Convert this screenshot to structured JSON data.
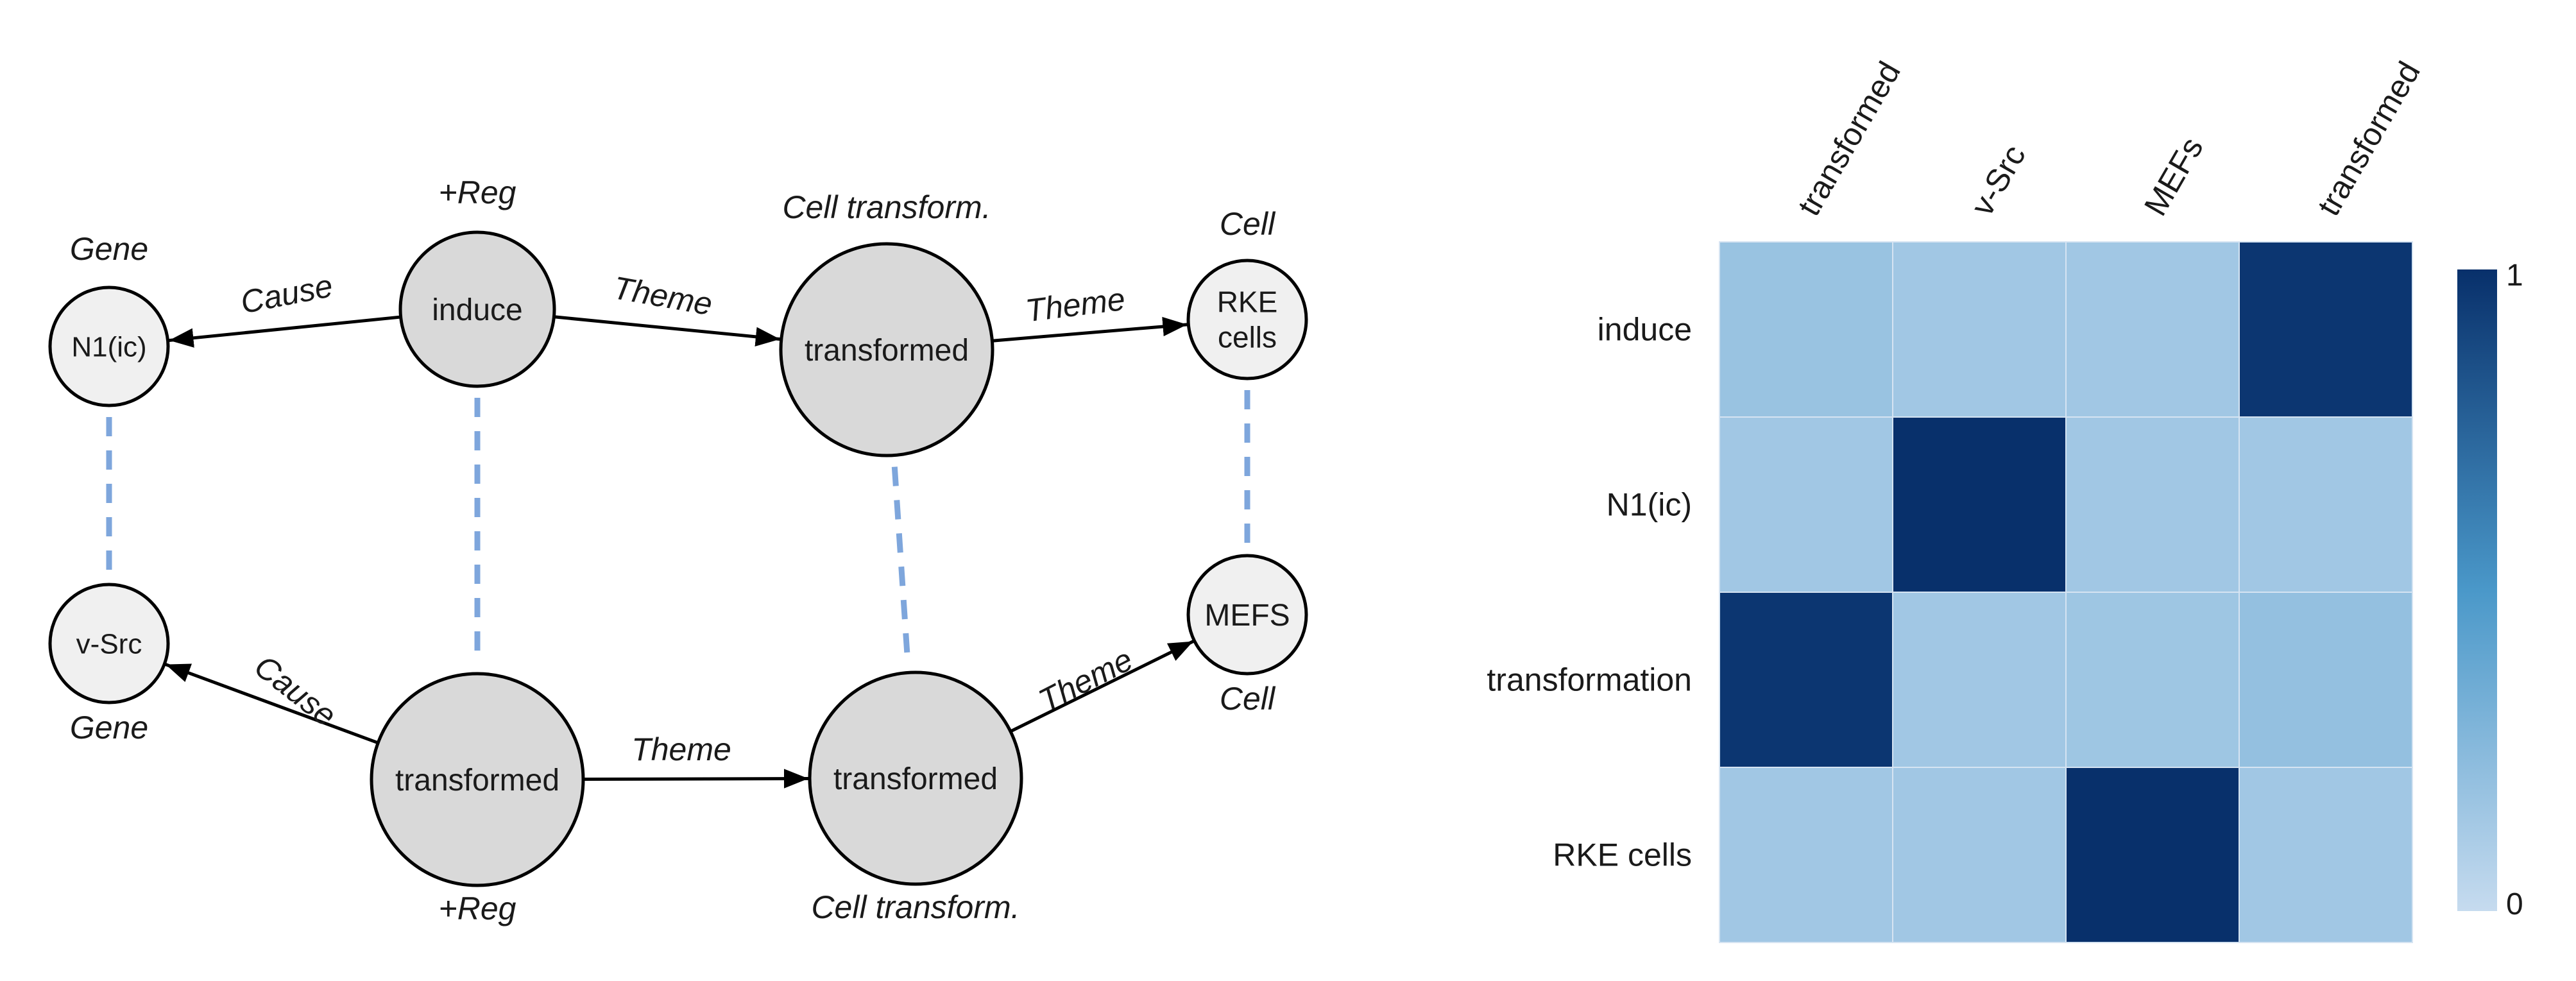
{
  "graph": {
    "nodes": [
      {
        "id": "n1ic",
        "label": "N1(ic)",
        "annotation": "Gene",
        "fill": "#f0f0f0"
      },
      {
        "id": "induce",
        "label": "induce",
        "annotation": "+Reg",
        "fill": "#d9d9d9"
      },
      {
        "id": "trans_top",
        "label": "transformed",
        "annotation": "Cell transform.",
        "fill": "#d9d9d9"
      },
      {
        "id": "rke",
        "label": "RKE\ncells",
        "annotation": "Cell",
        "fill": "#f0f0f0"
      },
      {
        "id": "vsrc",
        "label": "v-Src",
        "annotation": "Gene",
        "fill": "#f0f0f0"
      },
      {
        "id": "trans_bl",
        "label": "transformed",
        "annotation": "+Reg",
        "fill": "#d9d9d9"
      },
      {
        "id": "trans_bm",
        "label": "transformed",
        "annotation": "Cell transform.",
        "fill": "#d9d9d9"
      },
      {
        "id": "mefs",
        "label": "MEFS",
        "annotation": "Cell",
        "fill": "#f0f0f0"
      }
    ],
    "edges": [
      {
        "from": "induce",
        "to": "n1ic",
        "label": "Cause"
      },
      {
        "from": "induce",
        "to": "trans_top",
        "label": "Theme"
      },
      {
        "from": "trans_top",
        "to": "rke",
        "label": "Theme"
      },
      {
        "from": "trans_bl",
        "to": "vsrc",
        "label": "Cause"
      },
      {
        "from": "trans_bl",
        "to": "trans_bm",
        "label": "Theme"
      },
      {
        "from": "trans_bm",
        "to": "mefs",
        "label": "Theme"
      }
    ],
    "alignments": [
      {
        "a": "n1ic",
        "b": "vsrc"
      },
      {
        "a": "induce",
        "b": "trans_bl"
      },
      {
        "a": "trans_top",
        "b": "trans_bm"
      },
      {
        "a": "rke",
        "b": "mefs"
      }
    ],
    "colors": {
      "stroke": "#000000",
      "alignment": "#7ea6dc"
    }
  },
  "heatmap": {
    "column_labels": [
      "transformed",
      "v-Src",
      "MEFs",
      "transformed"
    ],
    "row_labels": [
      "induce",
      "N1(ic)",
      "transformation",
      "RKE cells"
    ],
    "values": [
      [
        0.18,
        0.15,
        0.15,
        0.97
      ],
      [
        0.15,
        1.0,
        0.15,
        0.15
      ],
      [
        0.97,
        0.15,
        0.16,
        0.2
      ],
      [
        0.15,
        0.15,
        1.0,
        0.15
      ]
    ],
    "colorbar": {
      "min_label": "0",
      "max_label": "1",
      "low_color": "#c6dbef",
      "mid_color": "#4a98c9",
      "high_color": "#08306b"
    }
  }
}
